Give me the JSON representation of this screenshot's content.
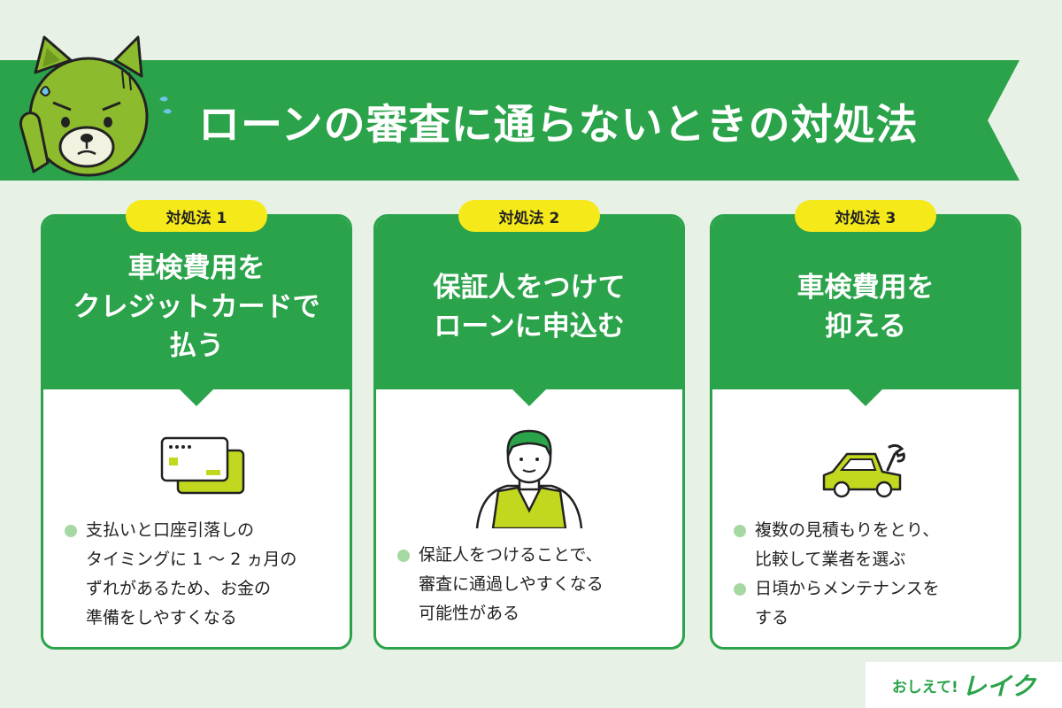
{
  "header": {
    "title": "ローンの審査に通らないときの対処法"
  },
  "cards": [
    {
      "tag": "対処法 1",
      "title_lines": [
        "車検費用を",
        "クレジットカードで",
        "払う"
      ],
      "icon": "credit-card-icon",
      "bullets": [
        [
          "支払いと口座引落しの",
          "タイミングに 1 ～ 2 ヵ月の",
          "ずれがあるため、お金の",
          "準備をしやすくなる"
        ]
      ]
    },
    {
      "tag": "対処法 2",
      "title_lines": [
        "保証人をつけて",
        "ローンに申込む"
      ],
      "icon": "guarantor-person-icon",
      "bullets": [
        [
          "保証人をつけることで、",
          "審査に通過しやすくなる",
          "可能性がある"
        ]
      ]
    },
    {
      "tag": "対処法 3",
      "title_lines": [
        "車検費用を",
        "抑える"
      ],
      "icon": "car-wrench-icon",
      "bullets": [
        [
          "複数の見積もりをとり、",
          "比較して業者を選ぶ"
        ],
        [
          "日頃からメンテナンスを",
          "する"
        ]
      ]
    }
  ],
  "logo": {
    "small": "おしえて!",
    "big": "レイク"
  },
  "colors": {
    "green": "#2aa34a",
    "background": "#e7f1e6",
    "tag_yellow": "#f5e91a",
    "bullet": "#a6d8a3",
    "icon_lime": "#c2d81e"
  }
}
